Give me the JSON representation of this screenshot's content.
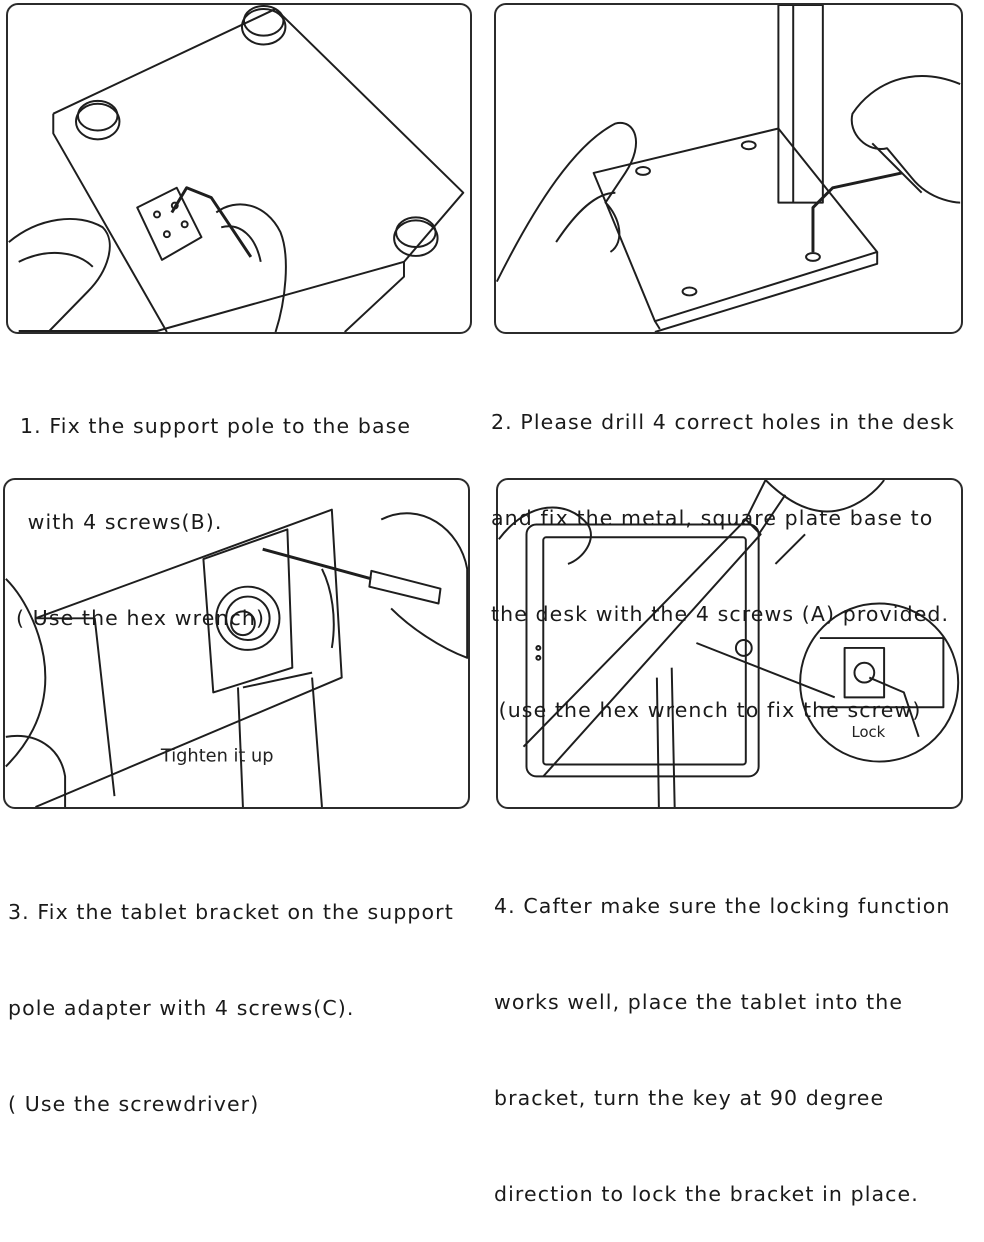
{
  "steps": [
    {
      "lines": [
        "1. Fix the support pole to the base",
        " with 4 screws(B).",
        "( Use the hex wrench)"
      ]
    },
    {
      "lines": [
        "2. Please drill 4 correct holes in the desk",
        "and fix the metal, square plate base to",
        "the desk with the 4 screws (A) provided.",
        " (use the hex wrench to fix the screw)"
      ]
    },
    {
      "lines": [
        "3. Fix the tablet bracket on the support",
        "pole adapter with 4 screws(C).",
        "( Use the screwdriver)"
      ],
      "illustration_label": "Tighten it up"
    },
    {
      "lines": [
        "4. Cafter make sure the locking function",
        "works well, place the tablet into the",
        "bracket, turn the key at 90 degree",
        "direction to lock the bracket in place."
      ],
      "illustration_label": "Lock"
    }
  ]
}
